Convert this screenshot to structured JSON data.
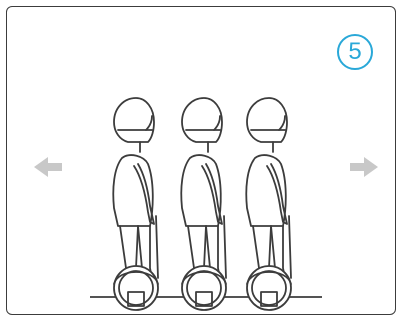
{
  "step": {
    "number": "5",
    "color": "#29a8d8"
  },
  "arrows": {
    "left": "arrow-left-icon",
    "right": "arrow-right-icon",
    "color": "#c8c8c8"
  },
  "figures": [
    {
      "name": "rider-left"
    },
    {
      "name": "rider-middle"
    },
    {
      "name": "rider-right"
    }
  ],
  "line_color": "#3c3c3c"
}
